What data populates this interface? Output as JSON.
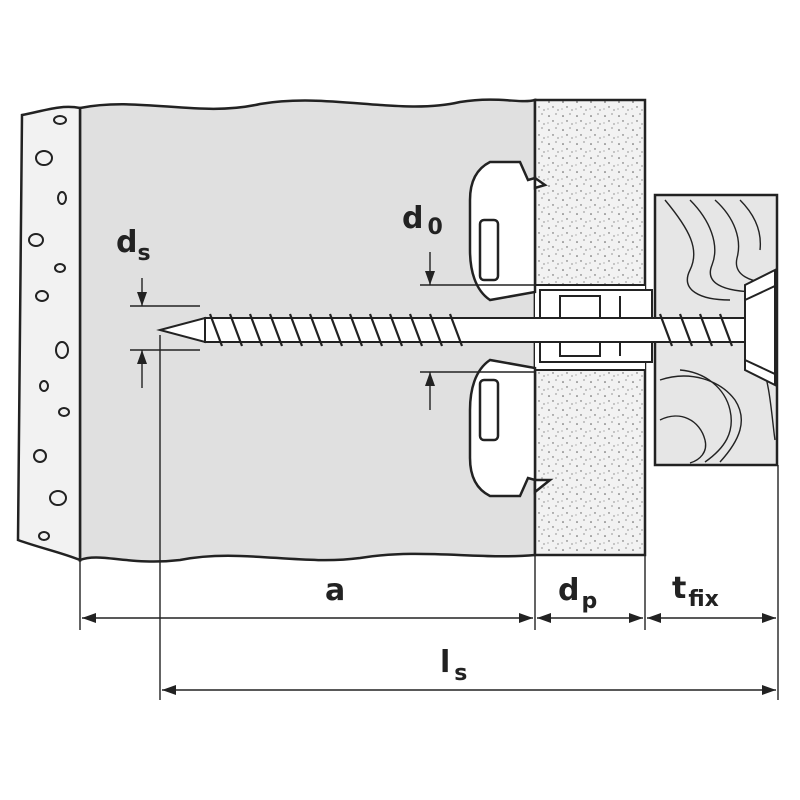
{
  "labels": {
    "ds_main": "d",
    "ds_sub": "s",
    "d0_main": "d",
    "d0_sub": "0",
    "a": "a",
    "dp_main": "d",
    "dp_sub": "p",
    "tfix_main": "t",
    "tfix_sub": "fix",
    "ls_main": "l",
    "ls_sub": "s"
  },
  "colors": {
    "line": "#222222",
    "cavity_fill": "#e0e0e0",
    "board_fill": "#f2f2f2",
    "wood_fill": "#e6e6e6",
    "background": "#ffffff"
  }
}
